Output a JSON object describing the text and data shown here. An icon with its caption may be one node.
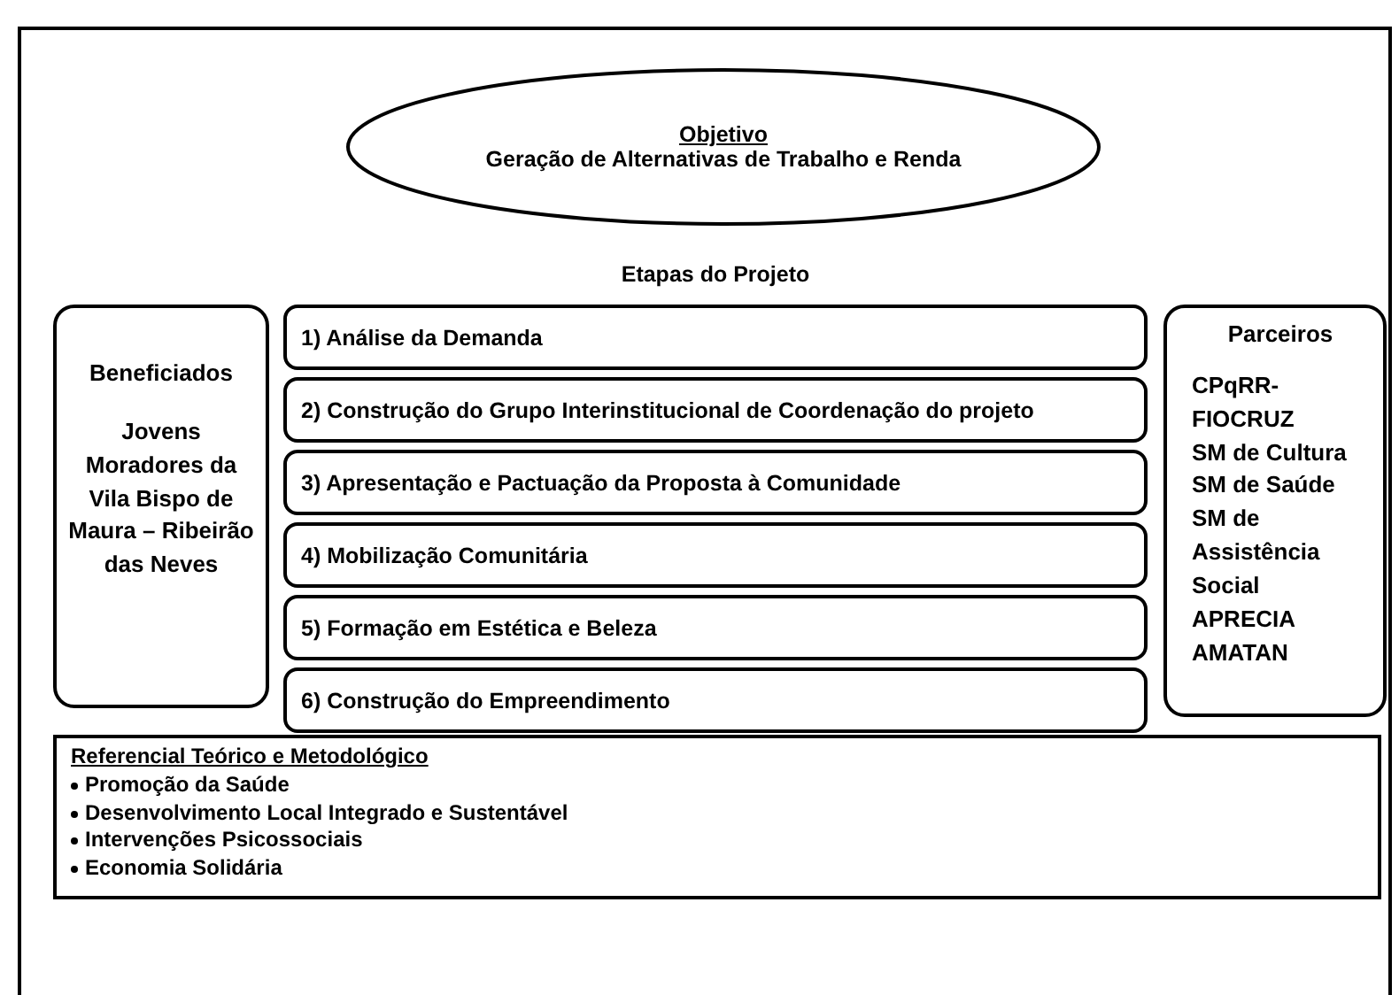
{
  "diagram": {
    "nodes": [
      {
        "text": [
          "Objetivo",
          "Geração de Alternativas de Trabalho e Renda"
        ]
      },
      {
        "text": [
          "Beneficiados",
          "Jovens Moradores da Vila Bispo de Maura – Ribeirão das Neves"
        ]
      },
      {
        "text": [
          "1) Análise da Demanda"
        ]
      },
      {
        "text": [
          "2) Construção do Grupo Interinstitucional de Coordenação do projeto"
        ]
      },
      {
        "text": [
          "3) Apresentação e Pactuação da Proposta à Comunidade"
        ]
      },
      {
        "text": [
          "4) Mobilização Comunitária"
        ]
      },
      {
        "text": [
          "5) Formação em Estética e Beleza"
        ]
      },
      {
        "text": [
          "6) Construção do Empreendimento"
        ]
      },
      {
        "text": [
          "Parceiros",
          "CPqRR-FIOCRUZ",
          "SM de Cultura",
          "SM de Saúde",
          "SM de Assistência Social",
          "APRECIA",
          "AMATAN"
        ]
      },
      {
        "text": [
          "Referencial Teórico e Metodológico",
          "Promoção da Saúde",
          "Desenvolvimento Local Integrado e Sustentável",
          "Intervenções Psicossociais",
          "Economia Solidária"
        ]
      }
    ],
    "edges": [],
    "labels": [
      "Etapas do Projeto"
    ]
  }
}
